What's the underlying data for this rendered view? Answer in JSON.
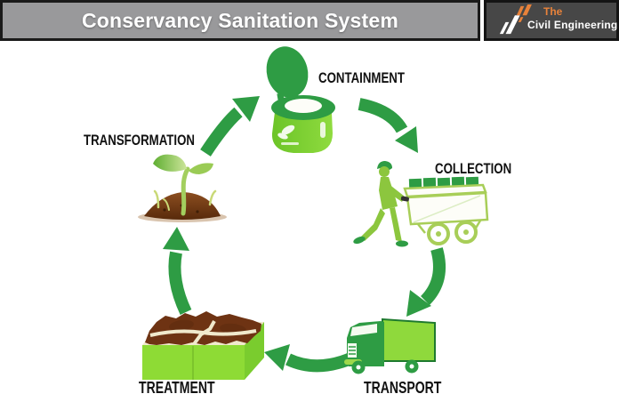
{
  "header": {
    "title": "Conservancy Sanitation System",
    "logo": {
      "brand_top": "The",
      "brand_bottom": "Civil Engineering"
    }
  },
  "diagram": {
    "type": "cycle",
    "stages": [
      {
        "name": "containment",
        "label": "CONTAINMENT",
        "icon": "portable-toilet-icon"
      },
      {
        "name": "collection",
        "label": "COLLECTION",
        "icon": "worker-cart-icon"
      },
      {
        "name": "transport",
        "label": "TRANSPORT",
        "icon": "truck-icon"
      },
      {
        "name": "treatment",
        "label": "TREATMENT",
        "icon": "compost-box-icon"
      },
      {
        "name": "transformation",
        "label": "TRANSFORMATION",
        "icon": "seedling-icon"
      }
    ],
    "cycle_order": [
      "CONTAINMENT",
      "COLLECTION",
      "TRANSPORT",
      "TREATMENT",
      "TRANSFORMATION"
    ]
  },
  "colors": {
    "banner_bg": "#99999b",
    "banner_border": "#1a1a1a",
    "banner_text": "#ffffff",
    "logo_bg": "#474747",
    "logo_orange": "#e8823a",
    "logo_text": "#ffffff",
    "arrow_green": "#2e9c44",
    "bright_green": "#8edb35",
    "toilet_green": "#77ce2f",
    "person_green": "#8cc63e",
    "cart_outline_green": "#a8ce58",
    "soil_brown": "#6e3313",
    "mound_brown": "#7a4418",
    "label_color": "#111111"
  }
}
